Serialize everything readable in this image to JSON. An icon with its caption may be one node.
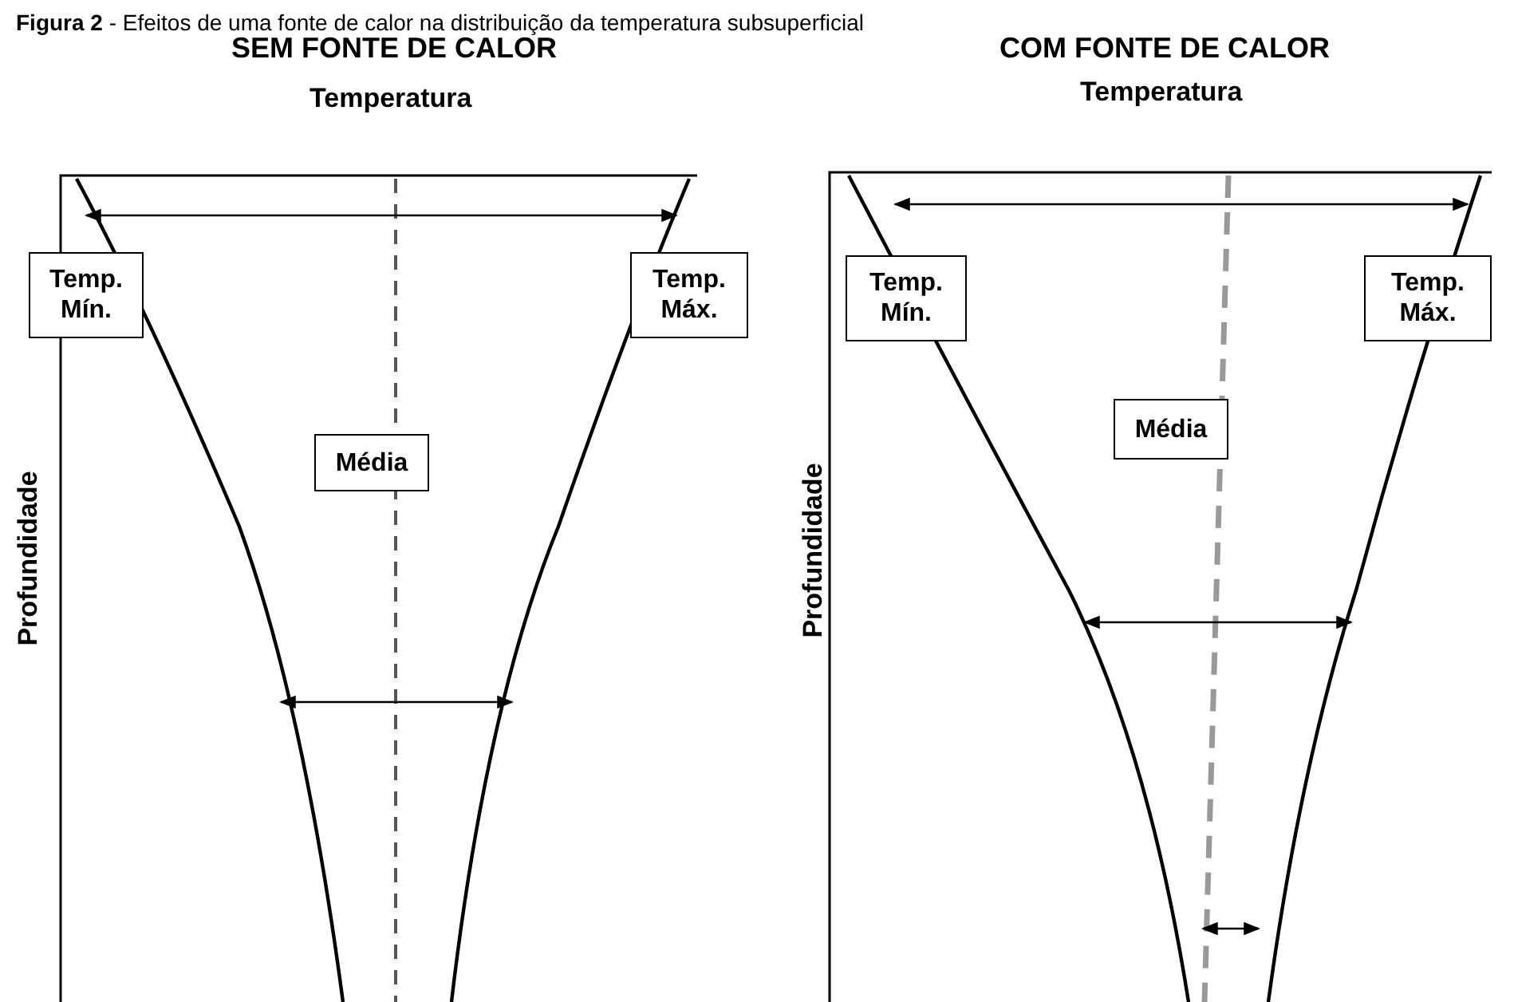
{
  "diagram": {
    "title": "**Figura 2** - Efeitos de uma fonte de calor na distribuição da temperatura subsuperficial",
    "nodes": [
      {
        "text": [
          "Temp. Mín."
        ]
      },
      {
        "text": [
          "Temp. Máx."
        ]
      },
      {
        "text": [
          "Média"
        ]
      },
      {
        "text": [
          "Temp. Mín."
        ]
      },
      {
        "text": [
          "Temp. Máx."
        ]
      },
      {
        "text": [
          "Média"
        ]
      }
    ],
    "labels": [
      "SEM FONTE DE CALOR",
      "COM FONTE DE CALOR",
      "Temperatura",
      "Temperatura",
      "Profundidade",
      "Profundidade"
    ]
  }
}
